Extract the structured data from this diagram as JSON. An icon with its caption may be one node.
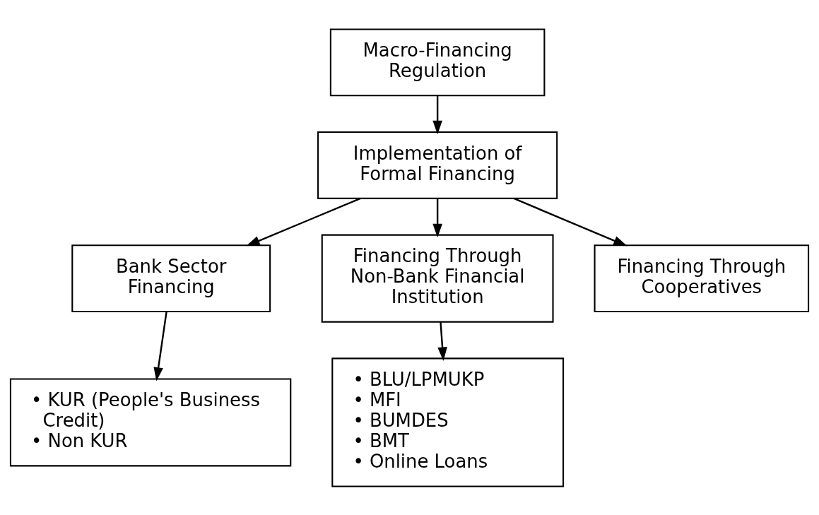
{
  "diagram": {
    "nodes": [
      {
        "text": [
          "Macro-Financing Regulation"
        ]
      },
      {
        "text": [
          "Implementation of Formal Financing"
        ]
      },
      {
        "text": [
          "Bank Sector Financing"
        ]
      },
      {
        "text": [
          "Financing Through Non-Bank Financial Institution"
        ]
      },
      {
        "text": [
          "Financing Through Cooperatives"
        ]
      },
      {
        "text": [
          "• KUR (People's Business Credit)",
          "• Non KUR"
        ]
      },
      {
        "text": [
          "• BLU/LPMUKP",
          "• MFI",
          "• BUMDES",
          "• BMT",
          "• Online Loans"
        ]
      }
    ],
    "edges": [
      {
        "from": 0,
        "to": 1,
        "arrow": "to"
      },
      {
        "from": 1,
        "to": 2,
        "arrow": "to"
      },
      {
        "from": 1,
        "to": 3,
        "arrow": "to"
      },
      {
        "from": 1,
        "to": 4,
        "arrow": "to"
      },
      {
        "from": 2,
        "to": 5,
        "arrow": "to"
      },
      {
        "from": 3,
        "to": 6,
        "arrow": "to"
      }
    ]
  }
}
